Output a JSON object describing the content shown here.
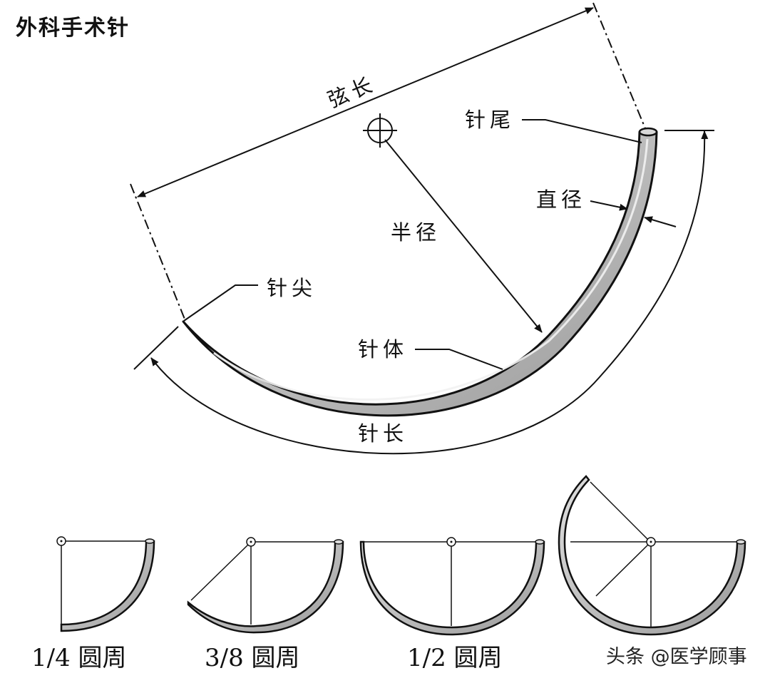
{
  "title": "外科手术针",
  "labels": {
    "chord": "弦长",
    "tail": "针尾",
    "diameter": "直径",
    "radius": "半径",
    "tip": "针尖",
    "body": "针体",
    "length": "针长"
  },
  "variants": [
    {
      "caption": "1/4 圆周"
    },
    {
      "caption": "3/8 圆周"
    },
    {
      "caption": "1/2 圆周"
    }
  ],
  "watermark": "头条 @医学顾事",
  "colors": {
    "line": "#111111",
    "needle_fill": "#c2c2c2"
  }
}
